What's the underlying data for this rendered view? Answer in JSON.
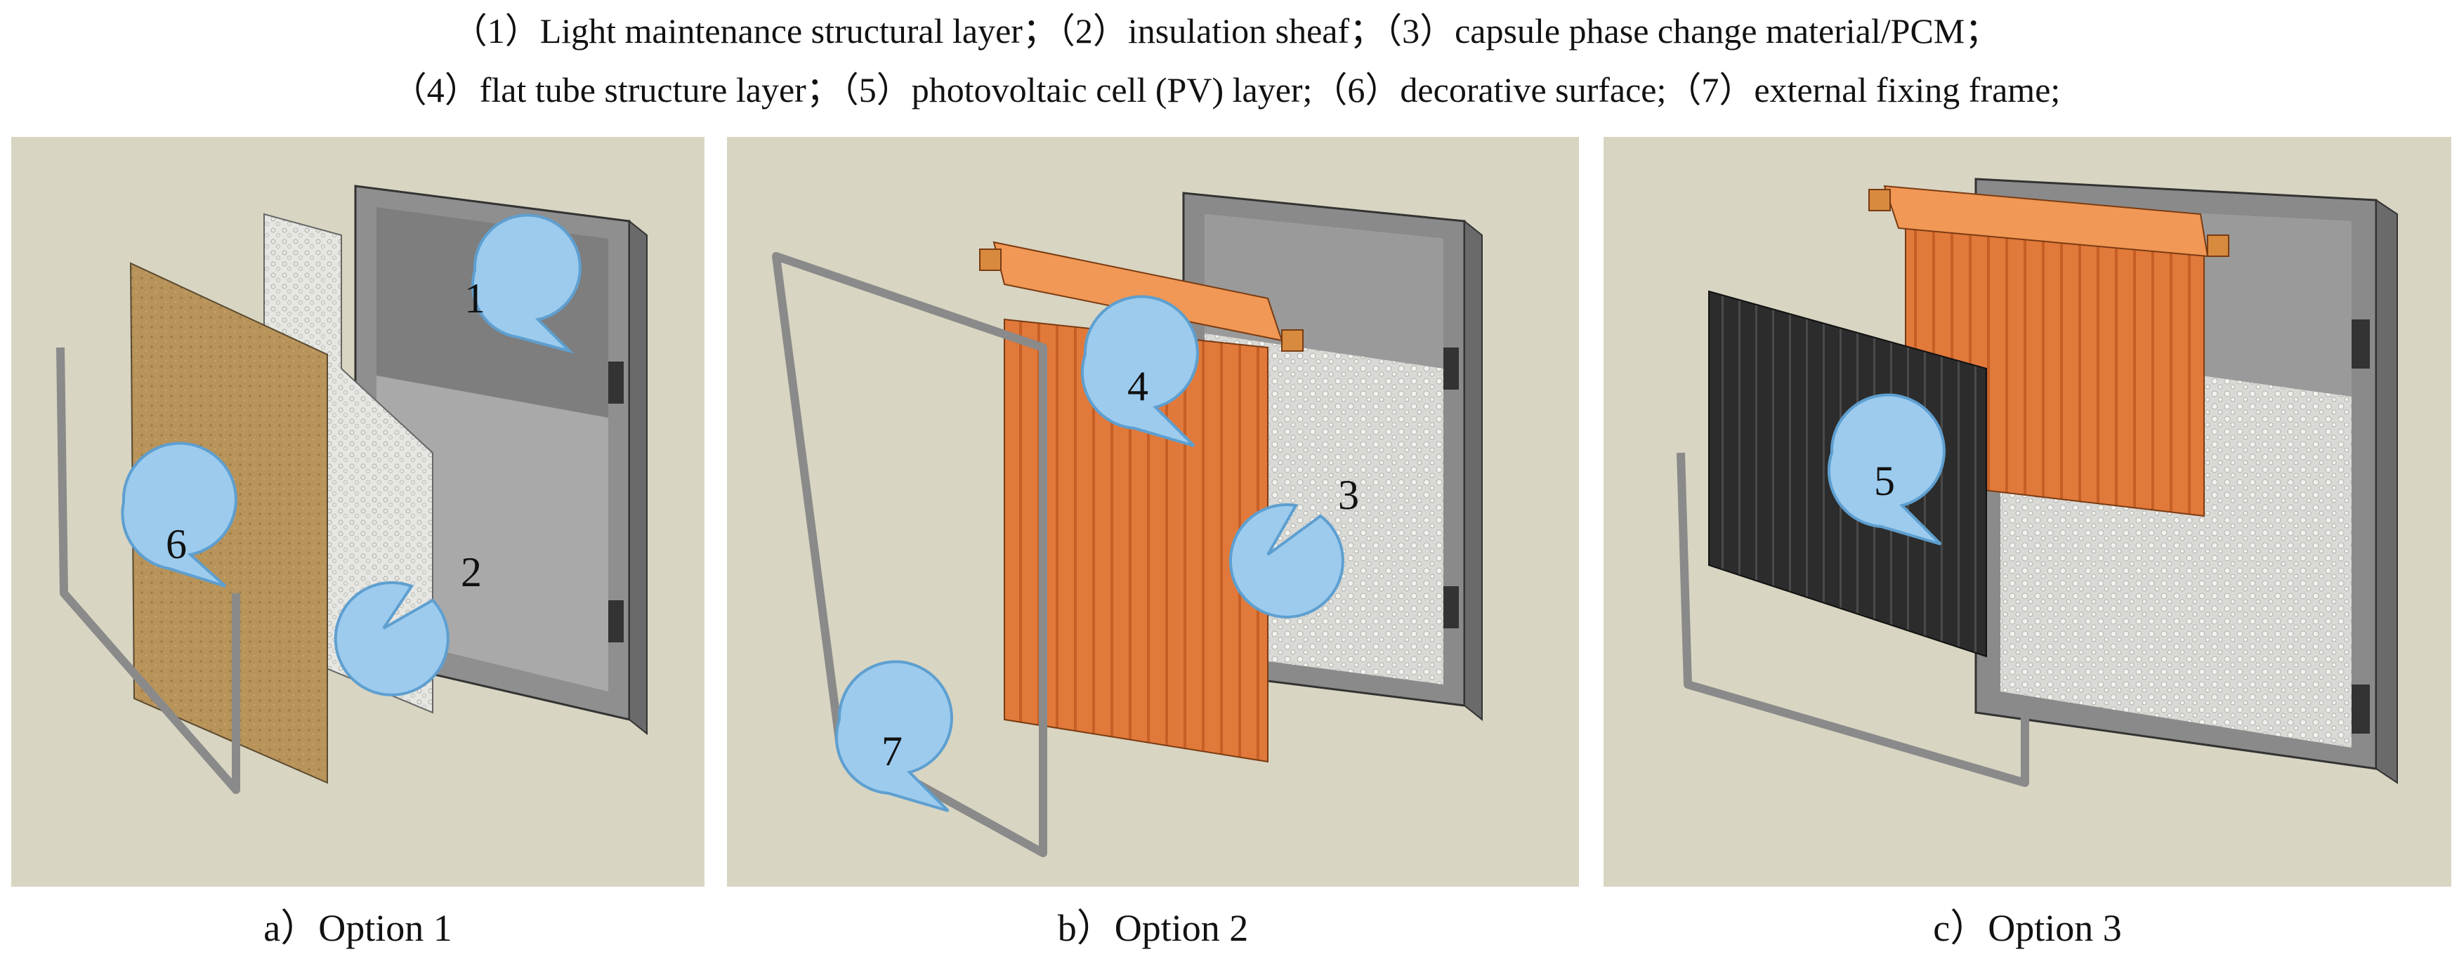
{
  "legend": {
    "line1": "（1）Light maintenance structural layer；（2）insulation sheaf；（3）capsule phase change material/PCM；",
    "line2": "（4）flat tube structure layer；（5）photovoltaic cell (PV) layer;（6）decorative surface;（7）external fixing frame;"
  },
  "panels": [
    {
      "caption": "a）Option 1",
      "callouts": [
        "1",
        "6",
        "2"
      ]
    },
    {
      "caption": "b）Option 2",
      "callouts": [
        "4",
        "3",
        "7"
      ]
    },
    {
      "caption": "c）Option 3",
      "callouts": [
        "5"
      ]
    }
  ],
  "colors": {
    "panel_background": "#d8d5c2",
    "callout_fill": "#9ccbee",
    "callout_stroke": "#5e9fd0",
    "decorative_surface": "#b8935a",
    "flat_tube_layer": "#e0793a",
    "pv_layer": "#2c2c2c",
    "frame_gray": "#8a8a8a"
  }
}
